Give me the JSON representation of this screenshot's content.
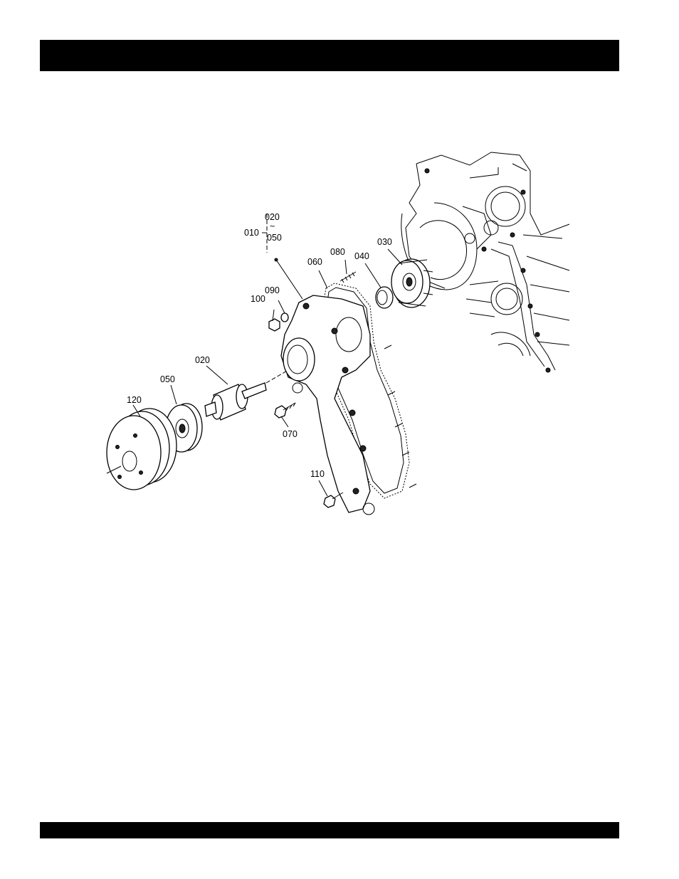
{
  "header_bar": "",
  "footer_bar": "",
  "callouts": {
    "assembly": "010",
    "range_start": "020",
    "range_tilde": "~",
    "range_end": "050",
    "c020": "020",
    "c030": "030",
    "c040": "040",
    "c050": "050",
    "c060": "060",
    "c070": "070",
    "c080": "080",
    "c090": "090",
    "c100": "100",
    "c110": "110",
    "c120": "120"
  }
}
